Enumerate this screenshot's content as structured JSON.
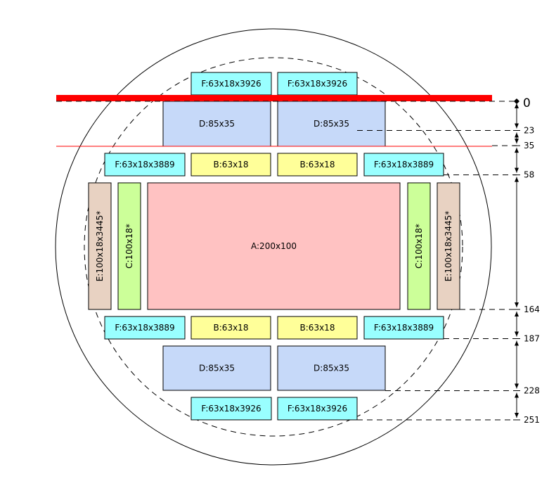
{
  "diagram": {
    "colors": {
      "A": "#ffc2c2",
      "B": "#ffff99",
      "C": "#ccff99",
      "D": "#c6d9f9",
      "E": "#e8d2c2",
      "F": "#99ffff",
      "reference_line": "#ff0000",
      "outline": "#000000"
    },
    "blocks": [
      {
        "id": "f-top-left",
        "label": "F:63x18x3926",
        "type": "F"
      },
      {
        "id": "f-top-right",
        "label": "F:63x18x3926",
        "type": "F"
      },
      {
        "id": "d-top-left",
        "label": "D:85x35",
        "type": "D"
      },
      {
        "id": "d-top-right",
        "label": "D:85x35",
        "type": "D"
      },
      {
        "id": "f-upper-left",
        "label": "F:63x18x3889",
        "type": "F"
      },
      {
        "id": "b-upper-left",
        "label": "B:63x18",
        "type": "B"
      },
      {
        "id": "b-upper-right",
        "label": "B:63x18",
        "type": "B"
      },
      {
        "id": "f-upper-right",
        "label": "F:63x18x3889",
        "type": "F"
      },
      {
        "id": "e-left",
        "label": "E:100x18x3445*",
        "type": "E",
        "vertical": true
      },
      {
        "id": "c-left",
        "label": "C:100x18*",
        "type": "C",
        "vertical": true
      },
      {
        "id": "a-center",
        "label": "A:200x100",
        "type": "A"
      },
      {
        "id": "c-right",
        "label": "C:100x18*",
        "type": "C",
        "vertical": true
      },
      {
        "id": "e-right",
        "label": "E:100x18x3445*",
        "type": "E",
        "vertical": true
      },
      {
        "id": "f-lower-left",
        "label": "F:63x18x3889",
        "type": "F"
      },
      {
        "id": "b-lower-left",
        "label": "B:63x18",
        "type": "B"
      },
      {
        "id": "b-lower-right",
        "label": "B:63x18",
        "type": "B"
      },
      {
        "id": "f-lower-right",
        "label": "F:63x18x3889",
        "type": "F"
      },
      {
        "id": "d-bottom-left",
        "label": "D:85x35",
        "type": "D"
      },
      {
        "id": "d-bottom-right",
        "label": "D:85x35",
        "type": "D"
      },
      {
        "id": "f-bottom-left",
        "label": "F:63x18x3926",
        "type": "F"
      },
      {
        "id": "f-bottom-right",
        "label": "F:63x18x3926",
        "type": "F"
      }
    ],
    "scale": {
      "zero_label": "0",
      "ticks": [
        {
          "value": 23,
          "label": "23"
        },
        {
          "value": 35,
          "label": "35"
        },
        {
          "value": 58,
          "label": "58"
        },
        {
          "value": 164,
          "label": "164"
        },
        {
          "value": 187,
          "label": "187"
        },
        {
          "value": 228,
          "label": "228"
        },
        {
          "value": 251,
          "label": "251"
        }
      ]
    }
  }
}
